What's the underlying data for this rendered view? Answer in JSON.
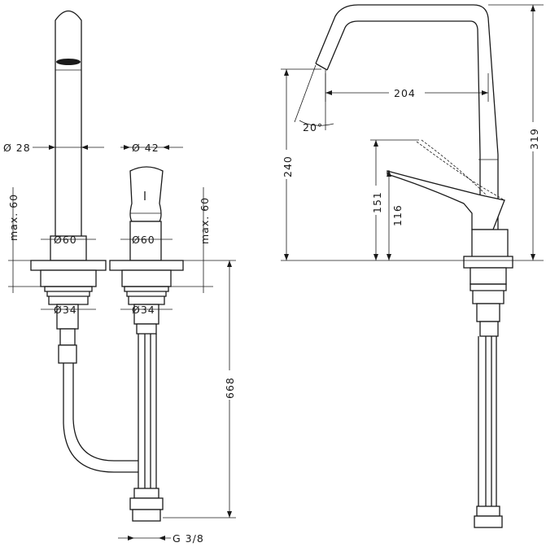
{
  "title": "Two-hole kitchen mixer dimension drawing",
  "dimensions": {
    "spout_diameter": "Ø 28",
    "handle_diameter": "Ø 42",
    "max_left": "max. 60",
    "max_right": "max. 60",
    "base_left": "Ø60",
    "base_right": "Ø60",
    "shank_left": "Ø34",
    "shank_right": "Ø34",
    "hose_length": "668",
    "thread": "G 3/8",
    "reach": "204",
    "total_height": "319",
    "spout_height": "240",
    "lever_raised": "151",
    "lever_height": "116",
    "angle": "20°"
  },
  "colors": {
    "line": "#1a1a1a",
    "background": "#ffffff"
  }
}
